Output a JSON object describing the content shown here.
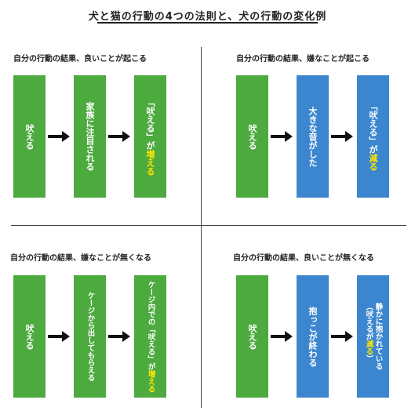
{
  "title": "犬と猫の行動の4つの法則と、犬の行動の変化例",
  "quadrants": [
    {
      "heading": "自分の行動の結果、良いことが起こる",
      "box1": "吠える",
      "box2": "家族に注目される",
      "box3": {
        "pre": "「吠える」が",
        "hl": "増える"
      }
    },
    {
      "heading": "自分の行動の結果、嫌なことが起こる",
      "box1": "吠える",
      "box2": "大きな音がした",
      "box3": {
        "pre": "「吠える」が",
        "hl": "減る"
      }
    },
    {
      "heading": "自分の行動の結果、嫌なことが無くなる",
      "box1": "吠える",
      "box2": "ケージから出してもらえる",
      "box3": {
        "pre": "ケージ内での「吠える」が",
        "hl": "増える"
      }
    },
    {
      "heading": "自分の行動の結果、良いことが無くなる",
      "box1": "吠える",
      "box2": "抱っこが終わる",
      "box3": {
        "line1": "静かに抱かれている",
        "pre": "（吠えるが",
        "hl": "減る",
        "post": "）"
      }
    }
  ],
  "colors": {
    "green": "#4caa3e",
    "blue": "#3b86cf",
    "highlight": "#ffe600"
  }
}
